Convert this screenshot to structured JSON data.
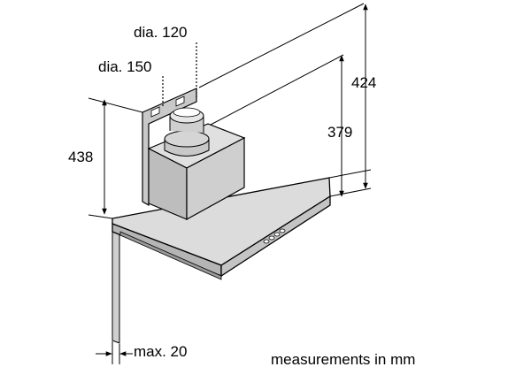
{
  "labels": {
    "dia_120": "dia. 120",
    "dia_150": "dia. 150",
    "height_438": "438",
    "height_424": "424",
    "height_379": "379",
    "max_20": "max. 20",
    "units_note": "measurements in mm"
  },
  "colors": {
    "body_fill": "#c8c8c8",
    "canopy_fill": "#d9d9d9",
    "line": "#000000"
  }
}
